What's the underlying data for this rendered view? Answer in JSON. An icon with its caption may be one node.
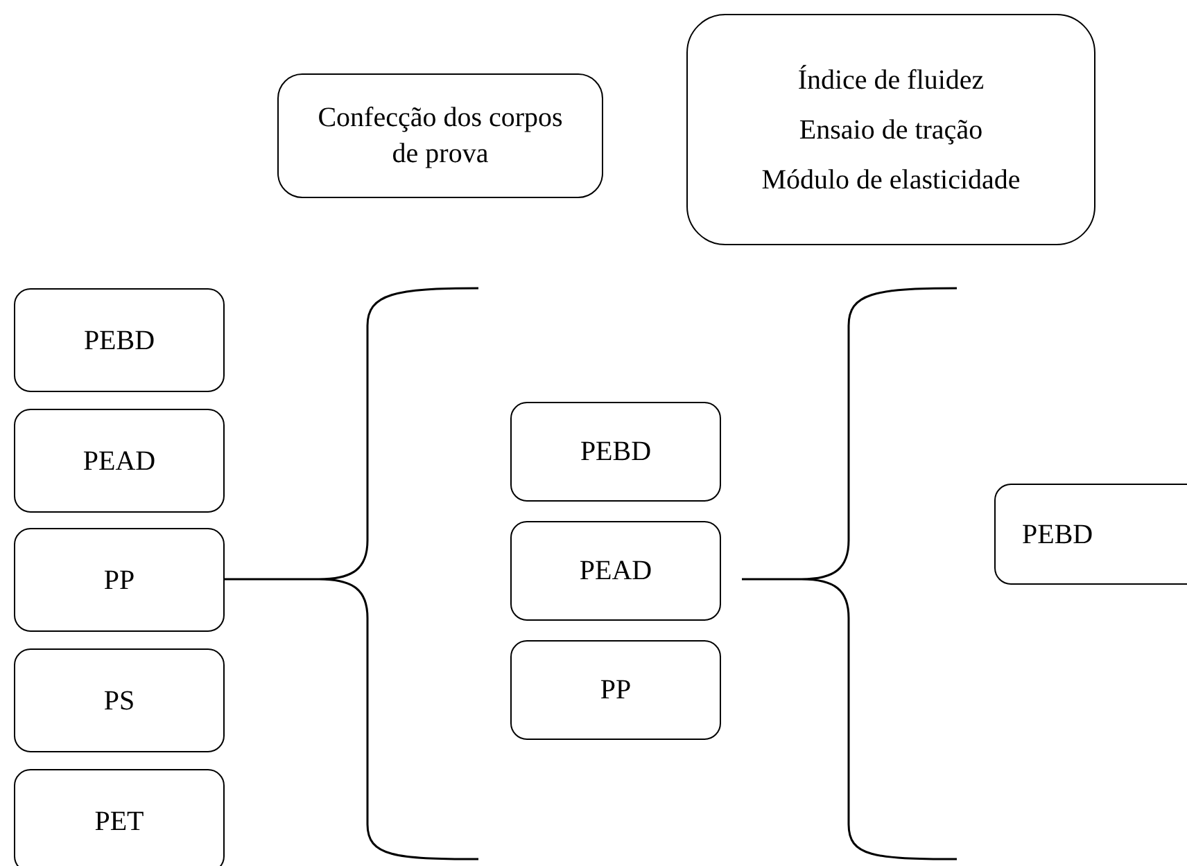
{
  "diagram": {
    "nodes": [
      {
        "text": [
          "Confecção dos corpos de prova"
        ]
      },
      {
        "text": [
          "Índice de fluidez",
          "Ensaio de tração",
          "Módulo de elasticidade"
        ]
      },
      {
        "text": [
          "PEBD"
        ]
      },
      {
        "text": [
          "PEAD"
        ]
      },
      {
        "text": [
          "PP"
        ]
      },
      {
        "text": [
          "PS"
        ]
      },
      {
        "text": [
          "PET"
        ]
      },
      {
        "text": [
          "PEBD"
        ]
      },
      {
        "text": [
          "PEAD"
        ]
      },
      {
        "text": [
          "PP"
        ]
      },
      {
        "text": [
          "PEBD"
        ]
      }
    ]
  }
}
